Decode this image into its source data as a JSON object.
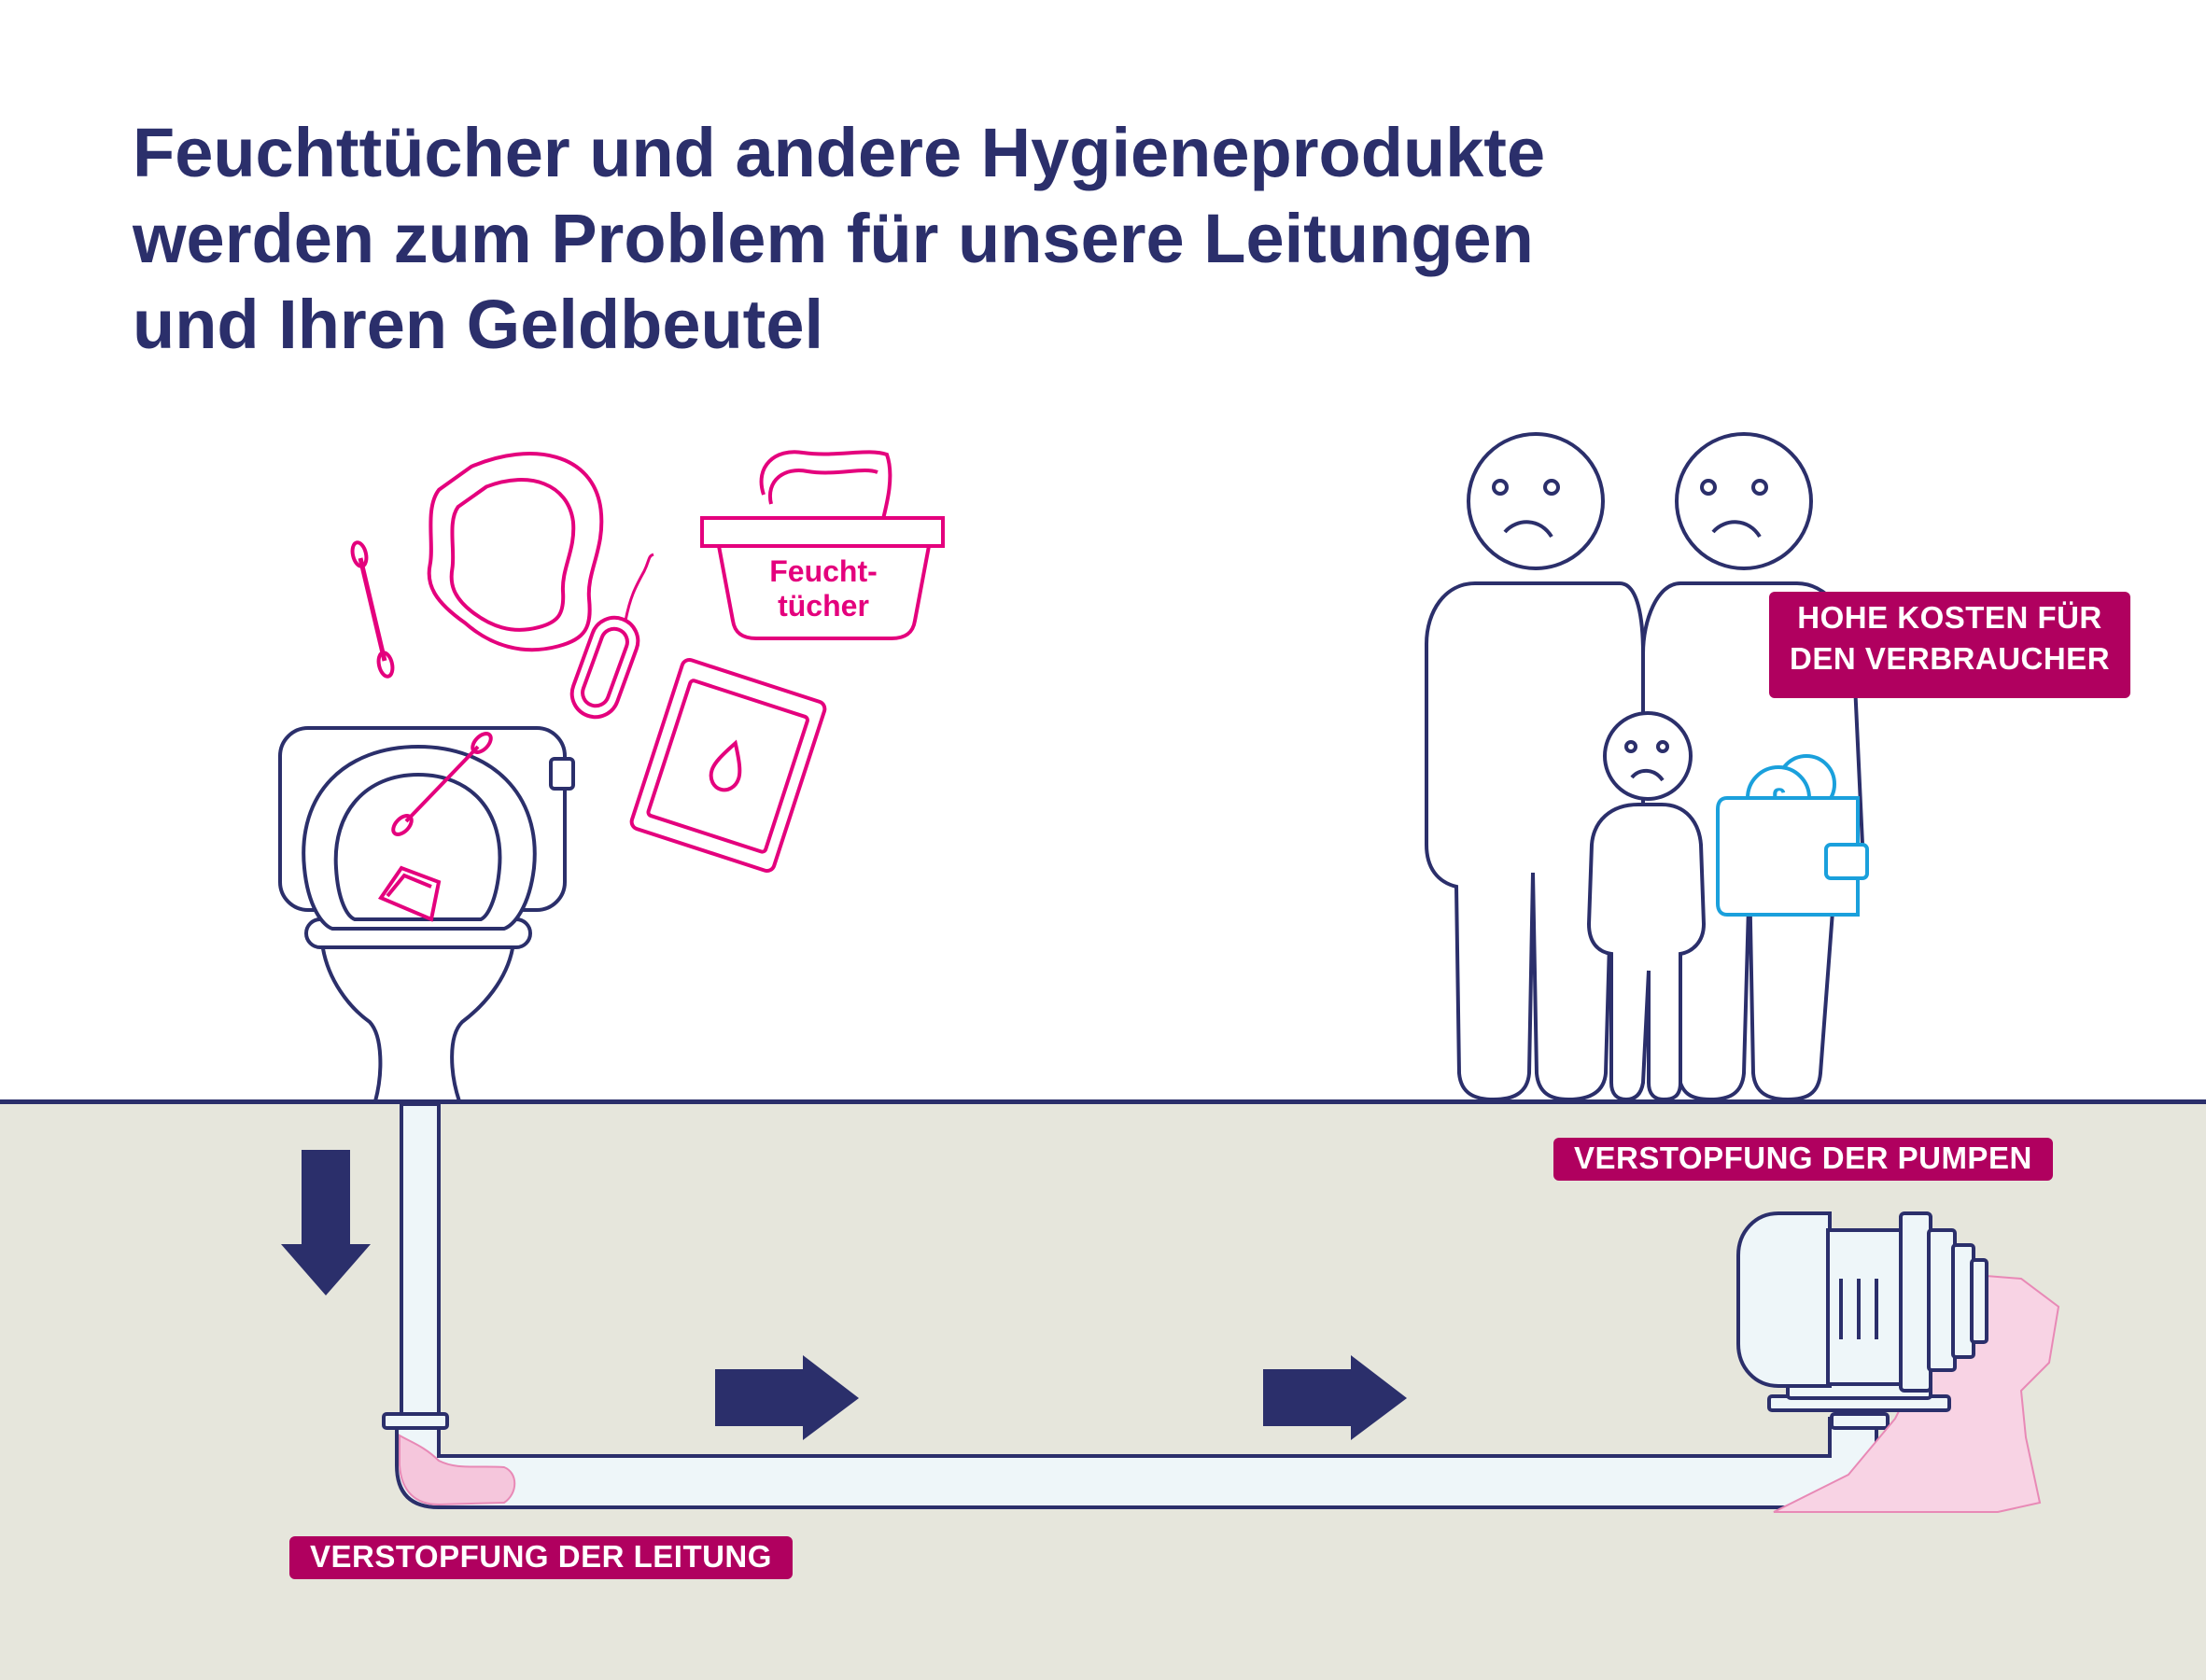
{
  "title": {
    "line1": "Feuchttücher und andere Hygieneprodukte",
    "line2": "werden zum Problem für unsere Leitungen",
    "line3": "und Ihren Geldbeutel"
  },
  "wipes_pack": {
    "line1": "Feucht-",
    "line2": "tücher"
  },
  "labels": {
    "costs_line1": "HOHE KOSTEN FÜR",
    "costs_line2": "DEN VERBRAUCHER",
    "pumps": "VERSTOPFUNG DER PUMPEN",
    "pipe": "VERSTOPFUNG DER LEITUNG"
  },
  "wallet_currency_symbol": "£",
  "colors": {
    "navy": "#2b2f6b",
    "magenta": "#e4007d",
    "label_bg": "#b0005f",
    "ground": "#e6e6dc",
    "wallet_blue": "#1aa0dc",
    "clog_pink": "#f5c6dc"
  }
}
